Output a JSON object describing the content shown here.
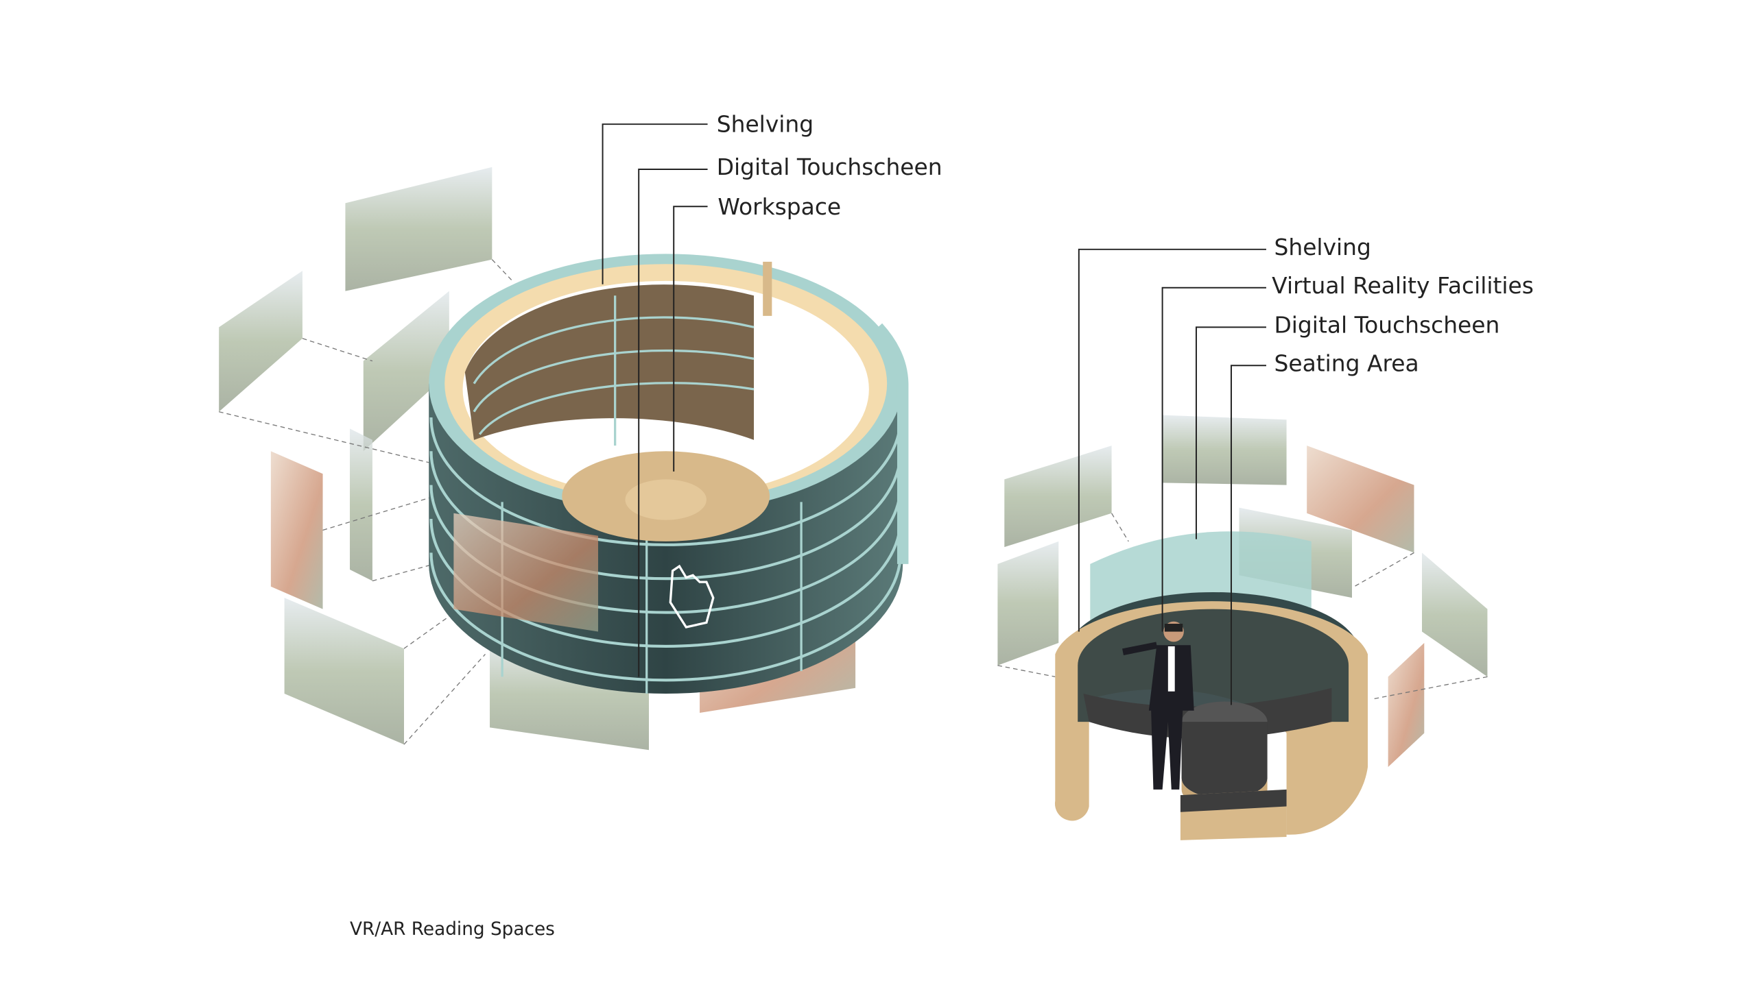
{
  "left_diagram": {
    "labels": [
      "Shelving",
      "Digital Touchscheen",
      "Workspace"
    ]
  },
  "right_diagram": {
    "labels": [
      "Shelving",
      "Virtual Reality Facilities",
      "Digital Touchscheen",
      "Seating Area"
    ]
  },
  "caption": "VR/AR Reading Spaces",
  "colors": {
    "teal_rim": "#a9d3cf",
    "dark_shelf": "#34494a",
    "beige": "#f4dcae",
    "wood": "#d8b98a",
    "seat": "#3d3d3d"
  }
}
